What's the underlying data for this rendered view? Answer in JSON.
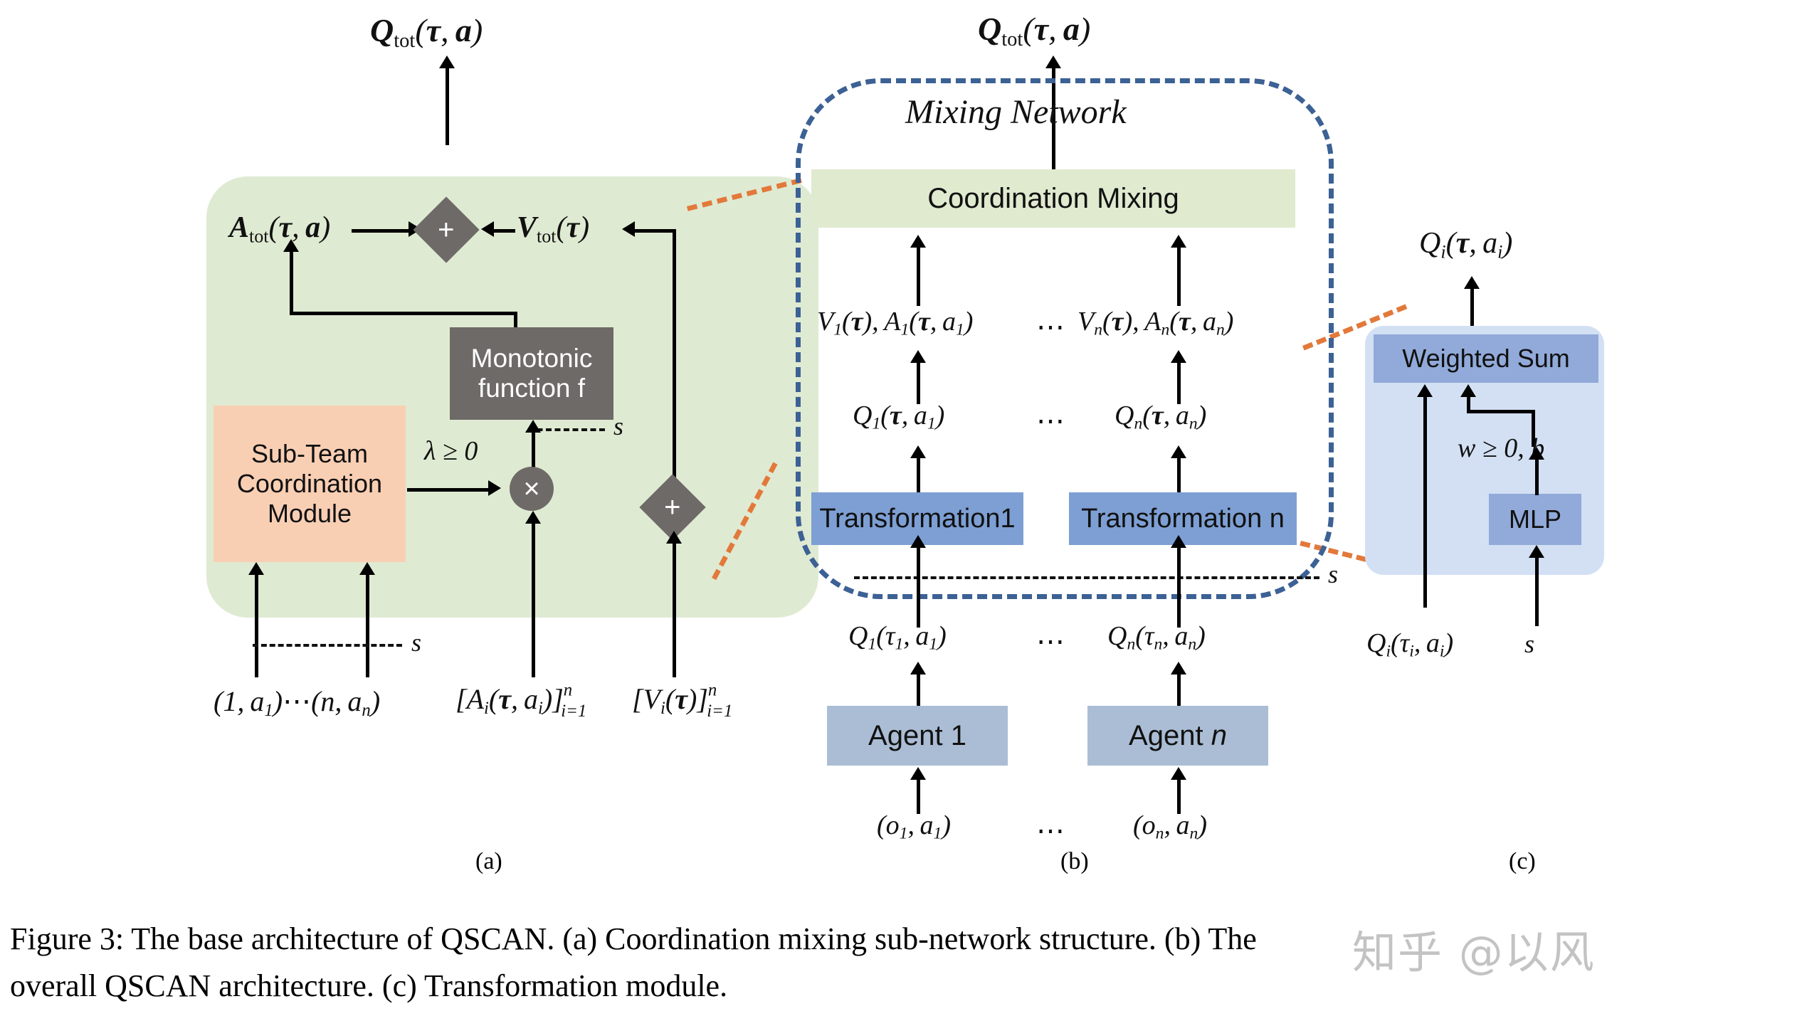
{
  "figure": {
    "caption_line1": "Figure 3: The base architecture of QSCAN. (a) Coordination mixing sub-network structure. (b) The",
    "caption_line2": "overall QSCAN architecture. (c) Transformation module.",
    "watermark": "知乎 @以风"
  },
  "panel_a": {
    "caption": "(a)",
    "output_label": "Qtot(τ, a)",
    "advantage_label": "Atot(τ, a)",
    "value_label": "Vtot(τ)",
    "monotonic_box_line1": "Monotonic",
    "monotonic_box_line2": "function f",
    "subteam_box_line1": "Sub-Team",
    "subteam_box_line2": "Coordination",
    "subteam_box_line3": "Module",
    "lambda_label": "λ ≥ 0",
    "state_label": "s",
    "sum_symbol": "+",
    "mul_symbol": "×",
    "bottom_inputs": [
      "(1, a1)⋯(n, an)",
      "[Ai(τ, ai)]ⁿ i=1",
      "[Vi(τ)]ⁿ i=1"
    ]
  },
  "panel_b": {
    "caption": "(b)",
    "output_label": "Qtot(τ, a)",
    "network_title": "Mixing Network",
    "coordination_mixing": "Coordination Mixing",
    "va_label_1": "V1(τ), A1(τ, a1)",
    "va_label_n": "Vn(τ), An(τ, an)",
    "q_label_1": "Q1(τ, a1)",
    "q_label_n": "Qn(τ, an)",
    "transformation_1": "Transformation1",
    "transformation_n": "Transformation n",
    "state_label": "s",
    "agent_q_1": "Q1(τ1, a1)",
    "agent_q_n": "Qn(τn, an)",
    "agent_1": "Agent 1",
    "agent_n": "Agent n",
    "obs_1": "(o1, a1)",
    "obs_n": "(on, an)",
    "ellipsis": "⋯"
  },
  "panel_c": {
    "caption": "(c)",
    "output_label": "Qi(τ, ai)",
    "weighted_sum": "Weighted Sum",
    "weight_label": "w ≥ 0, b",
    "mlp": "MLP",
    "input_q": "Qi(τi, ai)",
    "input_s": "s"
  },
  "colors": {
    "green_panel": "#dfead2",
    "peach": "#f9cfb4",
    "gray_box": "#6e6a67",
    "blue_box": "#7d9fd4",
    "blue_light": "#d3e0f4",
    "blue_mid": "#91aad9",
    "agent_blue": "#aabdd4",
    "dash_blue": "#3c6194",
    "dash_orange": "#e2793a"
  }
}
